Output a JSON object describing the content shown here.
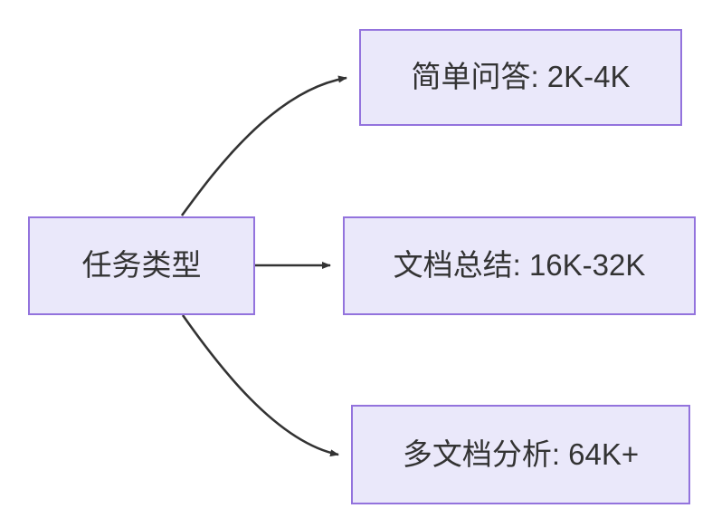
{
  "diagram": {
    "type": "flowchart",
    "direction": "left-to-right",
    "background_color": "#ffffff",
    "node_fill_color": "#eae8fa",
    "node_border_color": "#9373dd",
    "text_color": "#333333",
    "edge_color": "#333333",
    "root": {
      "id": "root",
      "label": "任务类型"
    },
    "branches": [
      {
        "id": "simple-qa",
        "label": "简单问答: 2K-4K",
        "task": "简单问答",
        "context_length": "2K-4K",
        "edge_style": "curved-up"
      },
      {
        "id": "doc-summary",
        "label": "文档总结: 16K-32K",
        "task": "文档总结",
        "context_length": "16K-32K",
        "edge_style": "straight"
      },
      {
        "id": "multi-doc",
        "label": "多文档分析: 64K+",
        "task": "多文档分析",
        "context_length": "64K+",
        "edge_style": "curved-down"
      }
    ]
  }
}
